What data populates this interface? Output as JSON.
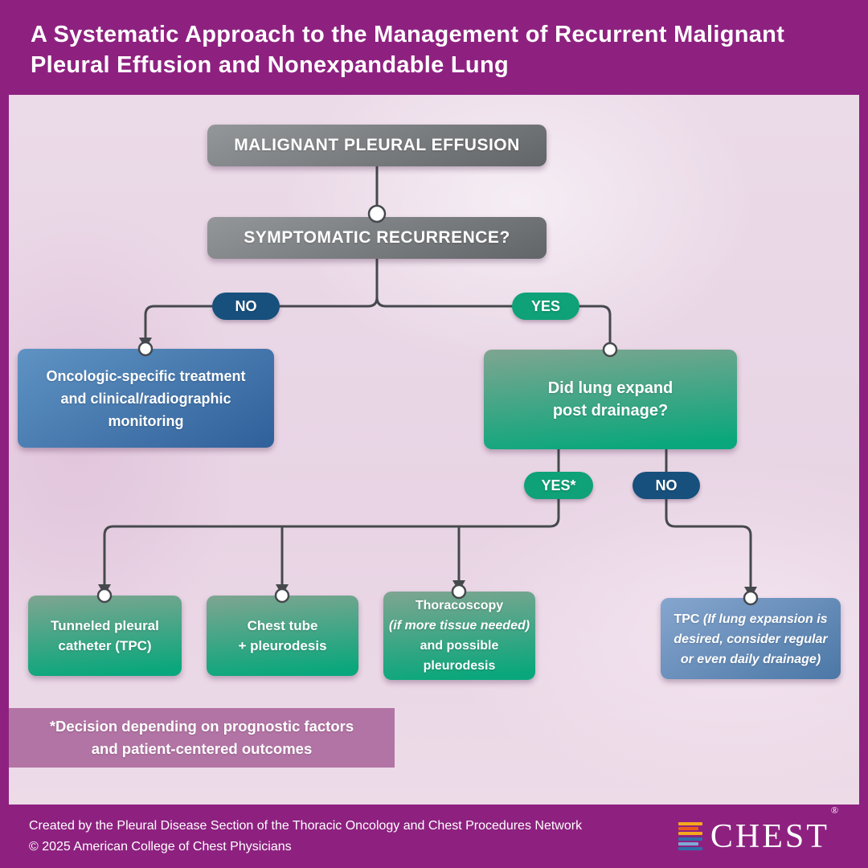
{
  "header": {
    "title": [
      "A Systematic Approach to the Management of Recurrent Malignant",
      "Pleural Effusion and Nonexpandable Lung"
    ]
  },
  "flow": {
    "mpe": "MALIGNANT PLEURAL EFFUSION",
    "recurrence": "SYMPTOMATIC RECURRENCE?",
    "branch1": {
      "no": "NO",
      "yes": "YES"
    },
    "oncologic": {
      "lines": [
        "Oncologic-specific treatment",
        "and clinical/radiographic",
        "monitoring"
      ]
    },
    "lung_expand": {
      "lines": [
        "Did lung expand",
        "post drainage?"
      ]
    },
    "branch2": {
      "yes": "YES*",
      "no": "NO"
    },
    "tpc_left": {
      "lines": [
        "Tunneled pleural",
        "catheter (TPC)"
      ]
    },
    "chest_tube": {
      "lines": [
        "Chest tube",
        "+ pleurodesis"
      ]
    },
    "thoracoscopy": {
      "lines": [
        "Thoracoscopy",
        "(if more tissue needed)",
        "and possible",
        "pleurodesis"
      ]
    },
    "tpc_right": {
      "bold": "TPC",
      "italic": " (If lung expansion is desired, consider regular or even daily drainage)"
    },
    "footnote": {
      "lines": [
        "*Decision depending on prognostic factors",
        "and patient-centered outcomes"
      ]
    }
  },
  "footer": {
    "credits": [
      "Created by the Pleural Disease Section of the Thoracic Oncology and Chest Procedures Network",
      "© 2025 American College of Chest Physicians"
    ],
    "logo": {
      "text": "CHEST",
      "registered": "®"
    }
  },
  "colors": {
    "purple": "#8E2180",
    "canvas": "#EBDAE8",
    "navy": "#17507D",
    "green": "#0FA178",
    "greenBoxTop": "#7FA591",
    "greenBoxBottom": "#0AA77C",
    "blueTop": "#5F93C3",
    "blueBottom": "#30609A",
    "blueLightTop": "#86A6CE",
    "blueLightBottom": "#4B77A6",
    "mauve": "#B274A4",
    "grayTop": "#94979A",
    "grayBottom": "#626567",
    "line": "#45494D"
  }
}
